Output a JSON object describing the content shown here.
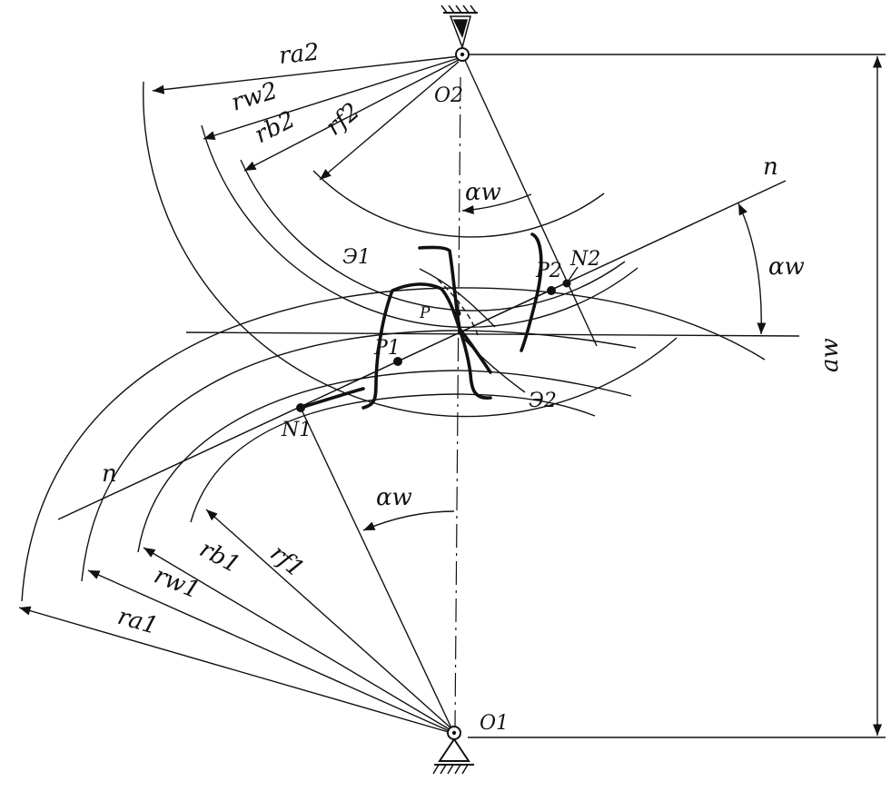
{
  "diagram": {
    "labels": {
      "ra2": "ra2",
      "rw2": "rw2",
      "rb2": "rb2",
      "rf2": "rf2",
      "ra1": "ra1",
      "rw1": "rw1",
      "rb1": "rb1",
      "rf1": "rf1",
      "O2": "O2",
      "O1": "O1",
      "N1": "N1",
      "N2": "N2",
      "P": "P",
      "P1": "P1",
      "P2": "P2",
      "E1": "Э1",
      "E2": "Э2",
      "n_top": "n",
      "n_bottom": "n",
      "alpha_w_top": "αw",
      "alpha_w_right": "αw",
      "alpha_w_bottom": "αw",
      "aw": "aw"
    }
  }
}
